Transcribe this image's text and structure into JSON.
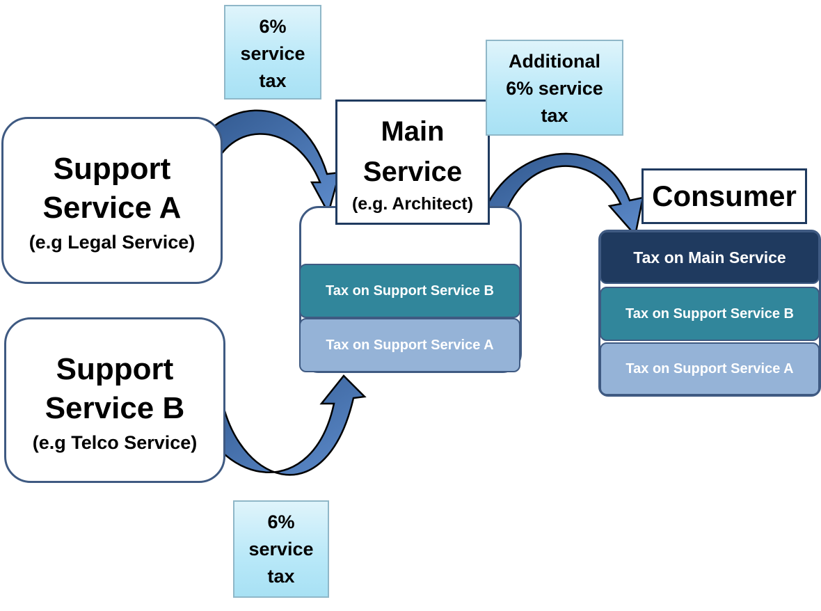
{
  "support_a": {
    "title_line1": "Support",
    "title_line2": "Service A",
    "subtitle": "(e.g Legal Service)"
  },
  "support_b": {
    "title_line1": "Support",
    "title_line2": "Service B",
    "subtitle": "(e.g Telco Service)"
  },
  "main_service": {
    "title_line1": "Main",
    "title_line2": "Service",
    "subtitle": "(e.g. Architect)"
  },
  "consumer": {
    "title": "Consumer"
  },
  "tax_note_a": {
    "line1": "6%",
    "line2": "service",
    "line3": "tax"
  },
  "tax_note_b": {
    "line1": "6%",
    "line2": "service",
    "line3": "tax"
  },
  "tax_note_main": {
    "line1": "Additional",
    "line2": "6% service",
    "line3": "tax"
  },
  "main_layers": [
    "Tax on Support Service B",
    "Tax on Support Service A"
  ],
  "consumer_layers": [
    "Tax on Main Service",
    "Tax on Support Service B",
    "Tax on Support Service A"
  ],
  "colors": {
    "arrow": "#4a72ad",
    "arrow_dark": "#2c4f7e",
    "box_border": "#3f5a82"
  }
}
